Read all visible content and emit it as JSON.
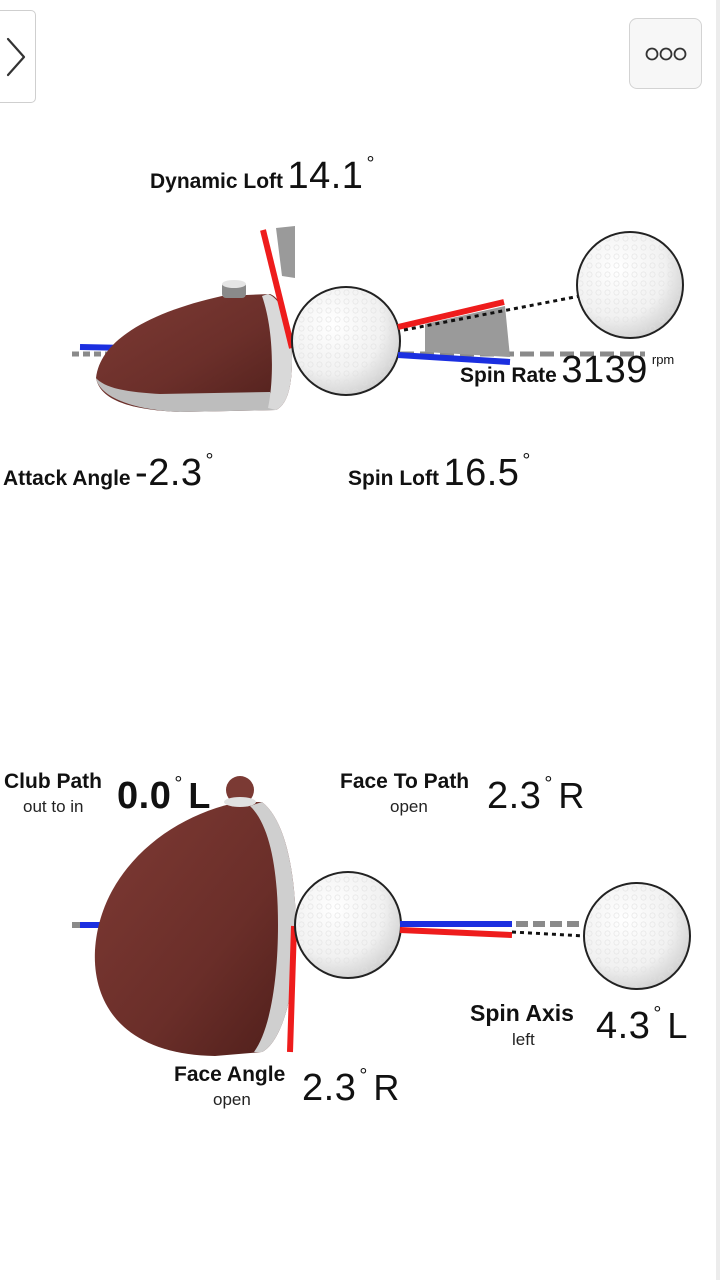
{
  "nav": {
    "back_icon": "chevron-right-icon",
    "more_icon": "more-dots-icon"
  },
  "side_view": {
    "dynamic_loft": {
      "label": "Dynamic Loft",
      "value": "14.1",
      "unit": "°"
    },
    "attack_angle": {
      "label": "Attack Angle",
      "value": "-2.3",
      "unit": "°"
    },
    "spin_loft": {
      "label": "Spin Loft",
      "value": "16.5",
      "unit": "°"
    },
    "spin_rate": {
      "label": "Spin Rate",
      "value": "3139",
      "unit": "rpm"
    }
  },
  "top_view": {
    "club_path": {
      "label": "Club Path",
      "sub": "out to in",
      "value": "0.0",
      "unit": "°",
      "dir": "L"
    },
    "face_to_path": {
      "label": "Face To Path",
      "sub": "open",
      "value": "2.3",
      "unit": "°",
      "dir": "R"
    },
    "spin_axis": {
      "label": "Spin Axis",
      "sub": "left",
      "value": "4.3",
      "unit": "°",
      "dir": "L"
    },
    "face_angle": {
      "label": "Face Angle",
      "sub": "open",
      "value": "2.3",
      "unit": "°",
      "dir": "R"
    }
  },
  "colors": {
    "club_head": "#6e302b",
    "face_line": "#ee1c1c",
    "path_line": "#1b2fe0",
    "ground_dashed": "#8a8a8a",
    "loft_wedge": "#9a9a9a"
  }
}
